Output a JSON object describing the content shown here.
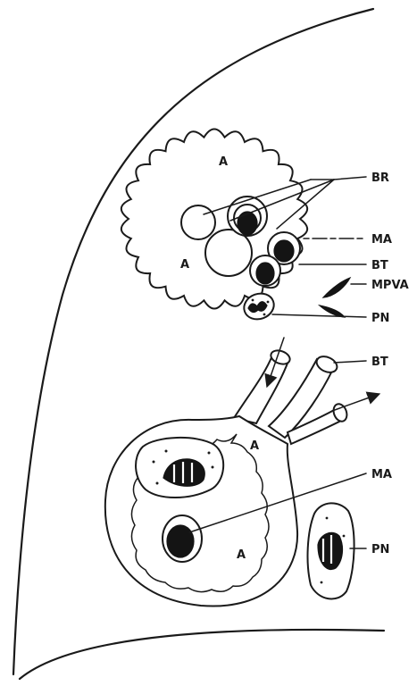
{
  "labels": {
    "br": "BR",
    "ma_top": "MA",
    "bt_top": "BT",
    "mpva": "MPVA",
    "pn_top": "PN",
    "bt_bottom": "BT",
    "ma_bottom": "MA",
    "pn_bottom": "PN"
  },
  "regions": {
    "a1": "A",
    "a2": "A",
    "a3": "A",
    "a4": "A"
  },
  "colors": {
    "ink": "#1a1a1a",
    "background": "#ffffff"
  }
}
